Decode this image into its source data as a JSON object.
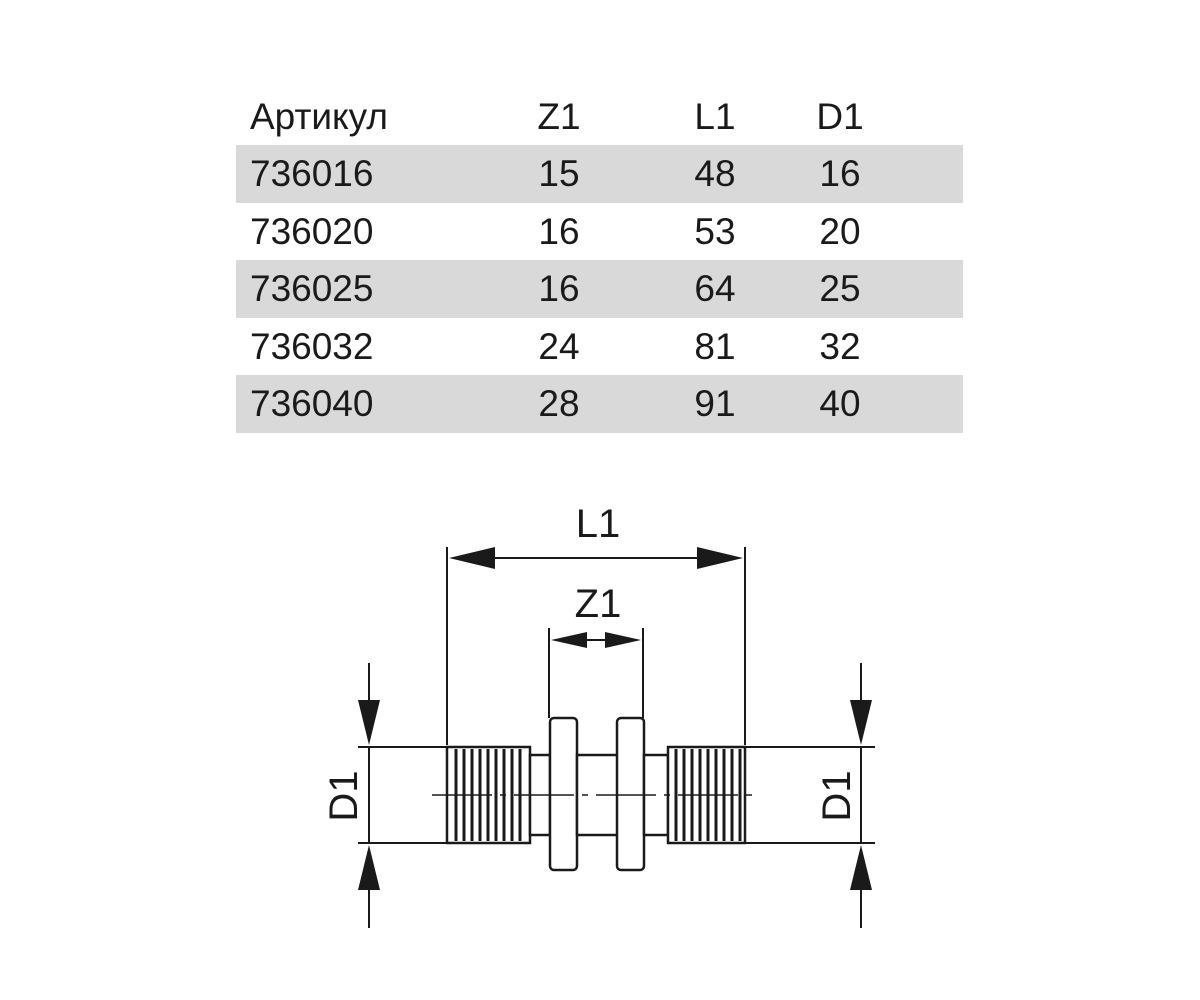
{
  "table": {
    "headers": [
      "Артикул",
      "Z1",
      "L1",
      "D1"
    ],
    "rows": [
      [
        "736016",
        "15",
        "48",
        "16"
      ],
      [
        "736020",
        "16",
        "53",
        "20"
      ],
      [
        "736025",
        "16",
        "64",
        "25"
      ],
      [
        "736032",
        "24",
        "81",
        "32"
      ],
      [
        "736040",
        "28",
        "91",
        "40"
      ]
    ],
    "shade_color": "#d9d9d9"
  },
  "drawing": {
    "label_l1": "L1",
    "label_z1": "Z1",
    "label_d1_left": "D1",
    "label_d1_right": "D1"
  }
}
